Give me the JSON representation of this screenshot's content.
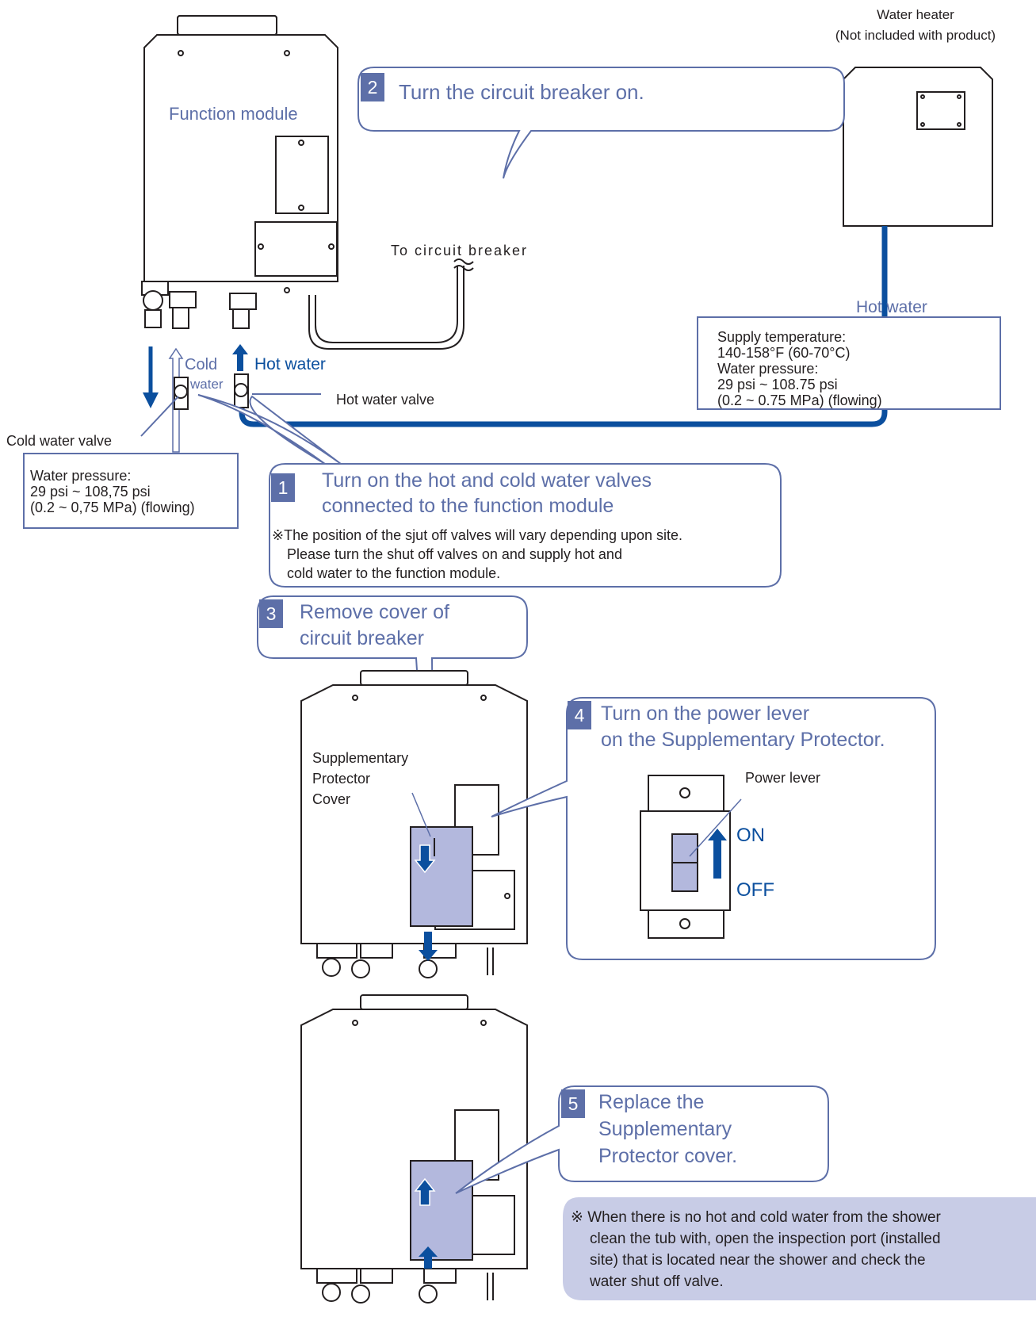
{
  "labels": {
    "function_module": "Function module",
    "water_heater": "Water heater",
    "water_heater_note": "(Not included with product)",
    "to_circuit_breaker": "To circuit breaker",
    "hot_water_right": "Hot water",
    "cold_water_line1": "Cold",
    "cold_water_line2": "water",
    "hot_water_left": "Hot water",
    "hot_water_valve": "Hot water valve",
    "cold_water_valve": "Cold water valve",
    "supplementary_cover_1": "Supplementary",
    "supplementary_cover_2": "Protector",
    "supplementary_cover_3": "Cover",
    "power_lever": "Power lever",
    "on": "ON",
    "off": "OFF"
  },
  "spec_right": {
    "line1": "Supply temperature:",
    "line2": "140-158°F (60-70°C)",
    "line3": "Water pressure:",
    "line4": "29 psi ~ 108.75 psi",
    "line5": "(0.2 ~ 0.75 MPa) (flowing)"
  },
  "spec_left": {
    "line1": "Water pressure:",
    "line2": "29 psi ~ 108,75 psi",
    "line3": "(0.2 ~ 0,75 MPa) (flowing)"
  },
  "steps": [
    {
      "number": "1",
      "line1": "Turn on the hot and cold water valves",
      "line2": "connected to the function module",
      "note1": "※The position of the sjut off valves will vary depending upon site.",
      "note2": "Please turn the shut off valves on and supply hot and",
      "note3": "cold water to the function module."
    },
    {
      "number": "2",
      "line1": "Turn the circuit breaker on."
    },
    {
      "number": "3",
      "line1": "Remove cover of",
      "line2": "circuit breaker"
    },
    {
      "number": "4",
      "line1": "Turn on the power lever",
      "line2": "on the Supplementary Protector."
    },
    {
      "number": "5",
      "line1": "Replace the",
      "line2": "Supplementary",
      "line3": "Protector cover."
    }
  ],
  "bottom_note": {
    "line1": "※ When there is no hot and cold water from the shower",
    "line2": "clean the tub with, open the inspection port (installed",
    "line3": "site) that is located near the shower and check the",
    "line4": "water shut off valve."
  },
  "colors": {
    "accent": "#5d6fa8",
    "pipe": "#0b4f9e",
    "cover": "#b3b8dd",
    "note_bg": "#c8cce6",
    "outline": "#231f20"
  }
}
